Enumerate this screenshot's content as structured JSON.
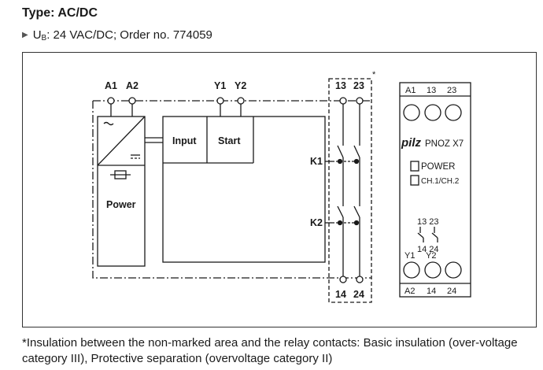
{
  "header": {
    "type_title": "Type: AC/DC",
    "ub_symbol": "U",
    "ub_subscript": "B",
    "ub_text": ": 24 VAC/DC; Order no. 774059"
  },
  "diagram": {
    "terminals_top_left": [
      "A1",
      "A2"
    ],
    "terminals_top_mid": [
      "Y1",
      "Y2"
    ],
    "contacts_top": [
      "13",
      "23"
    ],
    "contacts_bottom": [
      "14",
      "24"
    ],
    "asterisk": "*",
    "blocks": {
      "power": "Power",
      "input": "Input",
      "start": "Start"
    },
    "relays": [
      "K1",
      "K2"
    ],
    "device": {
      "top_labels": [
        "A1",
        "13",
        "23"
      ],
      "brand": "pilz",
      "model": "PNOZ X7",
      "leds": [
        "POWER",
        "CH.1/CH.2"
      ],
      "symbol_top": "13 23",
      "symbol_bottom": "14 24",
      "y_labels": [
        "Y1",
        "Y2"
      ],
      "bottom_labels": [
        "A2",
        "14",
        "24"
      ]
    }
  },
  "footnote": "*Insulation between the non-marked area and the relay contacts: Basic insulation (over-voltage category III), Protective separation (overvoltage category II)"
}
